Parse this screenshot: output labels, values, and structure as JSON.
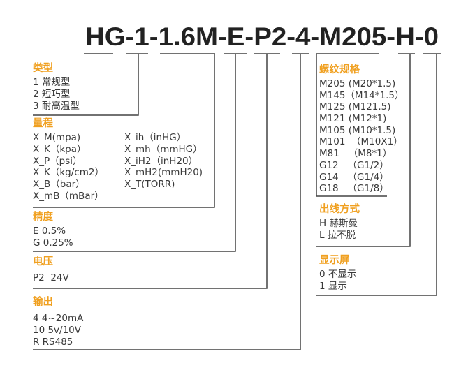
{
  "model_code": "HG-1-1.6M-E-P2-4-M205-H-0",
  "accent_color": "#f0a020",
  "sections": {
    "type": {
      "label": "类型",
      "items": [
        "1 常规型",
        "2 短巧型",
        "3 耐高温型"
      ]
    },
    "range": {
      "label": "量程",
      "items_left": [
        "X_M(mpa)",
        "X_K（kpa）",
        "X_P（psi）",
        "X_K（kg/cm2）",
        "X_B（bar）",
        "X_mB（mBar）"
      ],
      "items_right": [
        "X_ih（inHG）",
        "X_mh（mmHG）",
        "X_iH2（inH20）",
        "X_mH2(mmH20)",
        "X_T(TORR)"
      ]
    },
    "precision": {
      "label": "精度",
      "items": [
        "E 0.5%",
        "G 0.25%"
      ]
    },
    "voltage": {
      "label": "电压",
      "items": [
        "P2  24V"
      ]
    },
    "output": {
      "label": "输出",
      "items": [
        "4 4~20mA",
        "10 5v/10V",
        "R RS485"
      ]
    },
    "thread": {
      "label": "螺纹规格",
      "items": [
        "M205 (M20*1.5)",
        "M145（M14*1.5）",
        "M125 (M121.5)",
        "M121 (M12*1)",
        "M105 (M10*1.5)",
        "M101  （M10X1）",
        "M81   （M8*1）",
        "G12   （G1/2）",
        "G14   （G1/4）",
        "G18   （G1/8）"
      ]
    },
    "wiring": {
      "label": "出线方式",
      "items": [
        "H 赫斯曼",
        "L 拉不脱"
      ]
    },
    "display": {
      "label": "显示屏",
      "items": [
        "0 不显示",
        "1 显示"
      ]
    }
  }
}
